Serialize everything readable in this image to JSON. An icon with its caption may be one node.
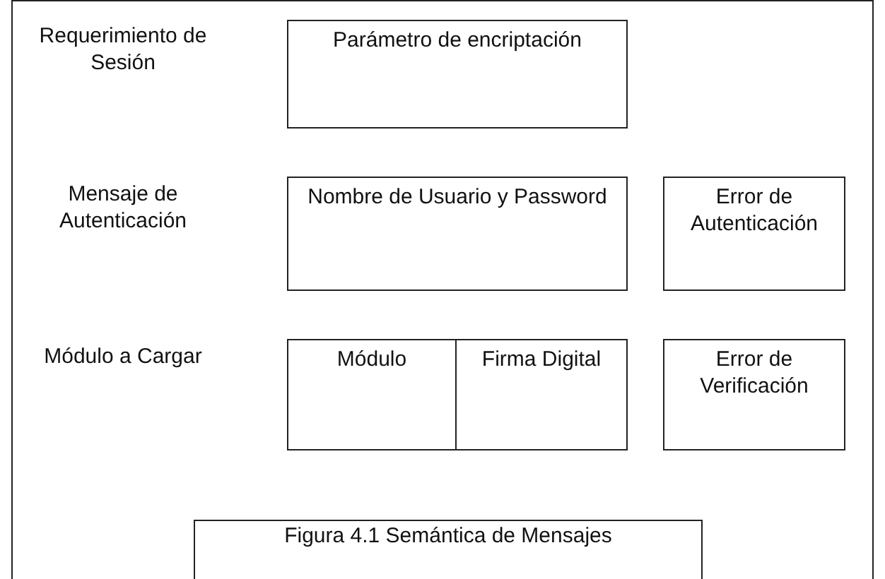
{
  "diagram": {
    "caption": "Figura 4.1 Semántica de Mensajes",
    "nodes": [
      {
        "text": [
          "Parámetro de encriptación"
        ]
      },
      {
        "text": [
          "Nombre de Usuario y Password"
        ]
      },
      {
        "text": [
          "Error de Autenticación"
        ]
      },
      {
        "text": [
          "Módulo"
        ]
      },
      {
        "text": [
          "Firma Digital"
        ]
      },
      {
        "text": [
          "Error de Verificación"
        ]
      }
    ],
    "labels": [
      "Requerimiento de Sesión",
      "Mensaje de Autenticación",
      "Módulo a Cargar"
    ]
  }
}
